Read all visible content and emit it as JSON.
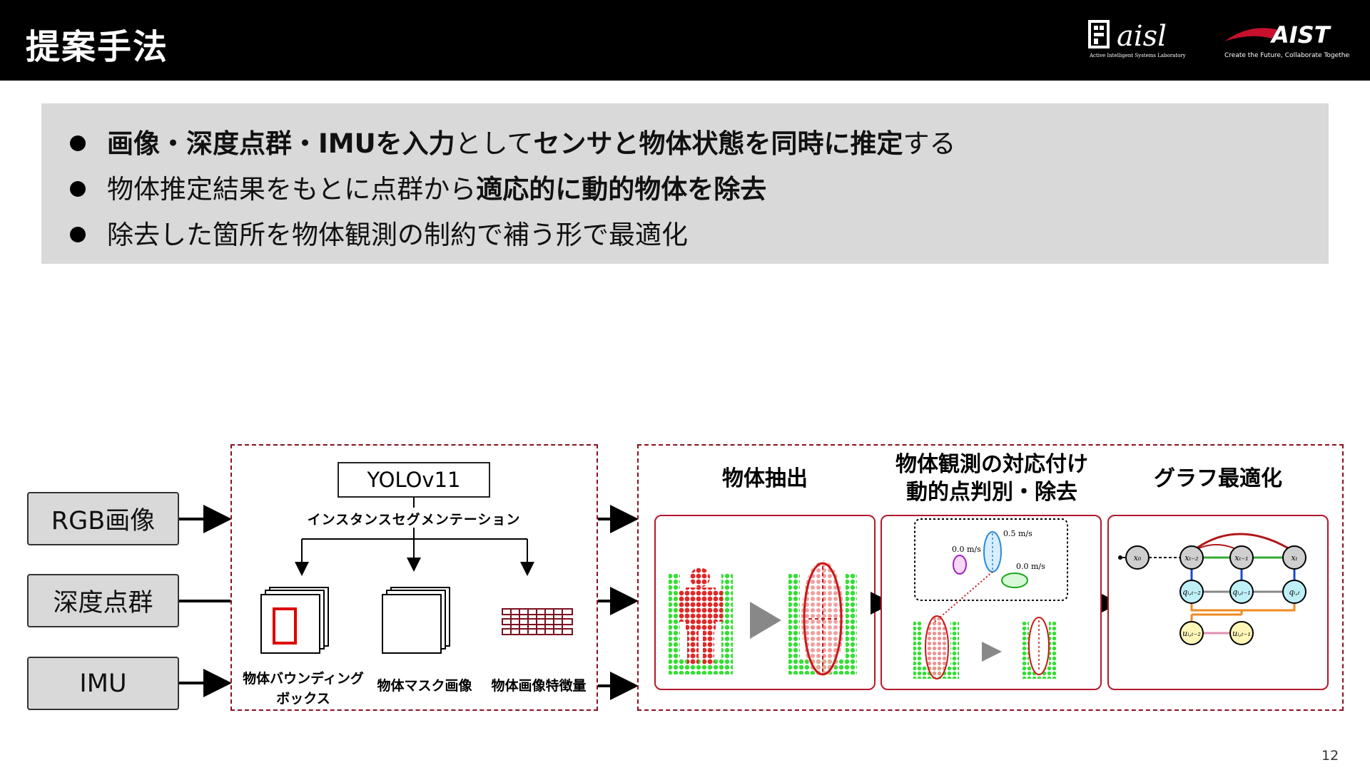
{
  "header": {
    "title": "提案手法",
    "logo_aisl_text": "aisl",
    "logo_aisl_sub": "Active Intelligent Systems Laboratory",
    "logo_aist_text": "AIST",
    "logo_aist_sub": "Create the Future, Collaborate Together"
  },
  "summary": {
    "bullet1": [
      {
        "text": "画像・深度点群・IMUを入力",
        "bold": true
      },
      {
        "text": "として",
        "bold": false
      },
      {
        "text": "センサと物体状態を同時に推定",
        "bold": true
      },
      {
        "text": "する",
        "bold": false
      }
    ],
    "bullet2": [
      {
        "text": "物体推定結果をもとに点群から",
        "bold": false
      },
      {
        "text": "適応的に動的物体を除去",
        "bold": true
      }
    ],
    "bullet3": [
      {
        "text": "除去した箇所を物体観測の制約で補う形で最適化",
        "bold": false
      }
    ]
  },
  "inputs": {
    "rgb": "RGB画像",
    "depth": "深度点群",
    "imu": "IMU"
  },
  "segmentation": {
    "model": "YOLOv11",
    "label": "インスタンスセグメンテーション",
    "out1_line1": "物体バウンディング",
    "out1_line2": "ボックス",
    "out2": "物体マスク画像",
    "out3": "物体画像特徴量"
  },
  "stages": {
    "s1": "物体抽出",
    "s2_line1": "物体観測の対応付け",
    "s2_line2": "動的点判別・除去",
    "s3": "グラフ最適化"
  },
  "velocities": {
    "v1": "0.5 m/s",
    "v2": "0.0 m/s",
    "v3": "0.0 m/s"
  },
  "graph": {
    "x0": "x₀",
    "xt2": "xₜ₋₂",
    "xt1": "xₜ₋₁",
    "xt": "xₜ",
    "q2": "qᵢ,ₜ₋₂",
    "q1": "qᵢ,ₜ₋₁",
    "q0": "qᵢ,ₜ",
    "u2": "uᵢ,ₜ₋₂",
    "u1": "uᵢ,ₜ₋₁"
  },
  "page_number": "12"
}
